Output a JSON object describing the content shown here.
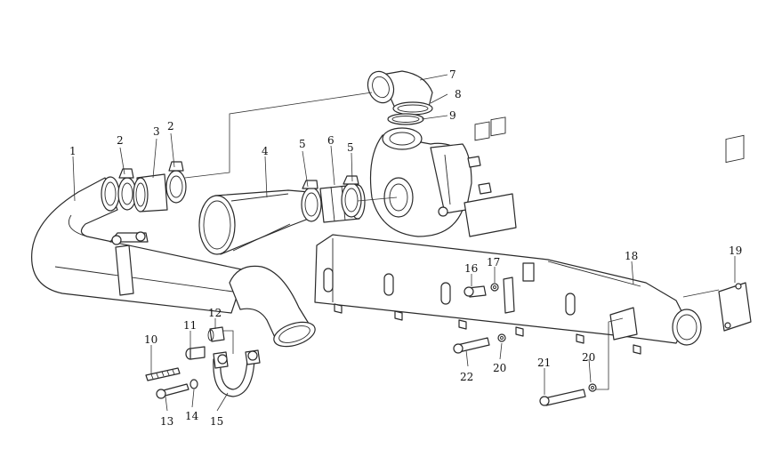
{
  "callouts": [
    {
      "id": "1",
      "label": "1"
    },
    {
      "id": "2a",
      "label": "2"
    },
    {
      "id": "3",
      "label": "3"
    },
    {
      "id": "2b",
      "label": "2"
    },
    {
      "id": "4",
      "label": "4"
    },
    {
      "id": "5a",
      "label": "5"
    },
    {
      "id": "6",
      "label": "6"
    },
    {
      "id": "5b",
      "label": "5"
    },
    {
      "id": "7",
      "label": "7"
    },
    {
      "id": "8",
      "label": "8"
    },
    {
      "id": "9",
      "label": "9"
    },
    {
      "id": "16",
      "label": "16"
    },
    {
      "id": "17",
      "label": "17"
    },
    {
      "id": "18",
      "label": "18"
    },
    {
      "id": "19",
      "label": "19"
    },
    {
      "id": "10",
      "label": "10"
    },
    {
      "id": "11",
      "label": "11"
    },
    {
      "id": "12",
      "label": "12"
    },
    {
      "id": "13",
      "label": "13"
    },
    {
      "id": "14",
      "label": "14"
    },
    {
      "id": "15",
      "label": "15"
    },
    {
      "id": "22",
      "label": "22"
    },
    {
      "id": "20a",
      "label": "20"
    },
    {
      "id": "21",
      "label": "21"
    },
    {
      "id": "20b",
      "label": "20"
    }
  ]
}
